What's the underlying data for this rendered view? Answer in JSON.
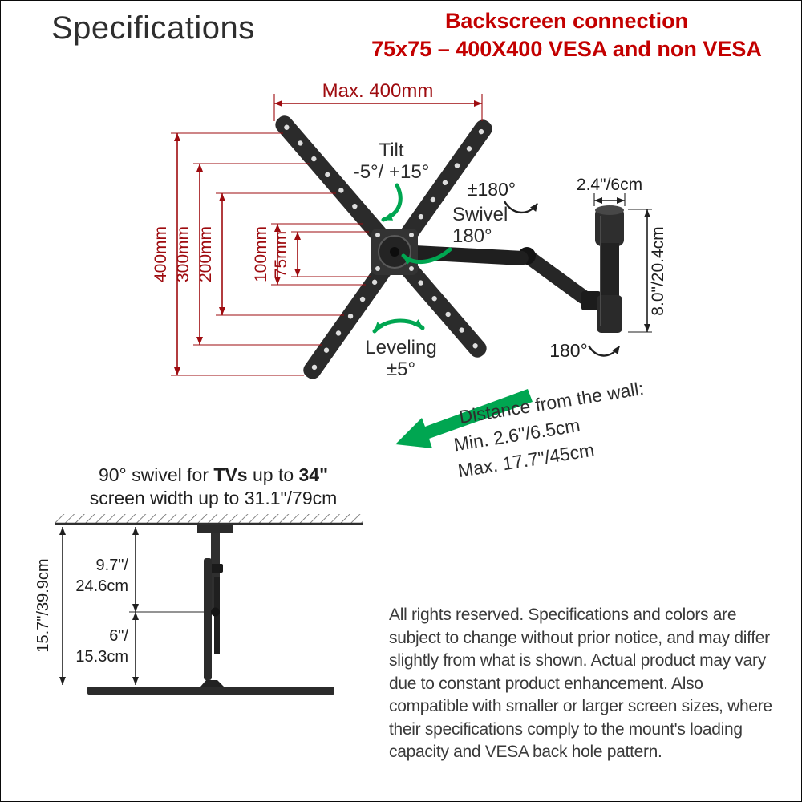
{
  "header": {
    "title": "Specifications",
    "red_line1": "Backscreen connection",
    "red_line2": "75x75 – 400X400 VESA and non VESA"
  },
  "colors": {
    "red_heading": "#c30000",
    "dimension_red": "#9e0b0f",
    "green": "#00a651",
    "ink": "#2d2d2d"
  },
  "vesa": {
    "max_width": "Max. 400mm",
    "dim_400": "400mm",
    "dim_300": "300mm",
    "dim_200": "200mm",
    "dim_100": "100mm",
    "dim_75": "75mm",
    "tilt_label": "Tilt",
    "tilt_value": "-5°/ +15°",
    "swivel_label": "Swivel",
    "swivel_value": "180°",
    "rotation_value": "±180°",
    "plate_width": "2.4\"/6cm",
    "plate_height": "8.0\"/20.4cm",
    "arm_rotation": "180°",
    "leveling_label": "Leveling",
    "leveling_value": "±5°",
    "distance_line1": "Distance from the wall:",
    "distance_line2": "Min. 2.6\"/6.5cm",
    "distance_line3": "Max. 17.7\"/45cm"
  },
  "swivel_diagram": {
    "title_part1": "90° swivel for ",
    "title_bold1": "TVs",
    "title_part2": " up to ",
    "title_bold2": "34\"",
    "subtitle": "screen width up to 31.1\"/79cm",
    "dim_total": "15.7\"/39.9cm",
    "dim_upper1": "9.7\"/",
    "dim_upper2": "24.6cm",
    "dim_lower1": "6\"/",
    "dim_lower2": "15.3cm"
  },
  "disclaimer": "All rights reserved. Specifications and colors are subject to change without prior notice, and may differ slightly from what is shown. Actual product may vary due to constant product enhancement. Also compatible with smaller or larger screen sizes, where their specifications comply to the mount's loading capacity and VESA back hole pattern."
}
